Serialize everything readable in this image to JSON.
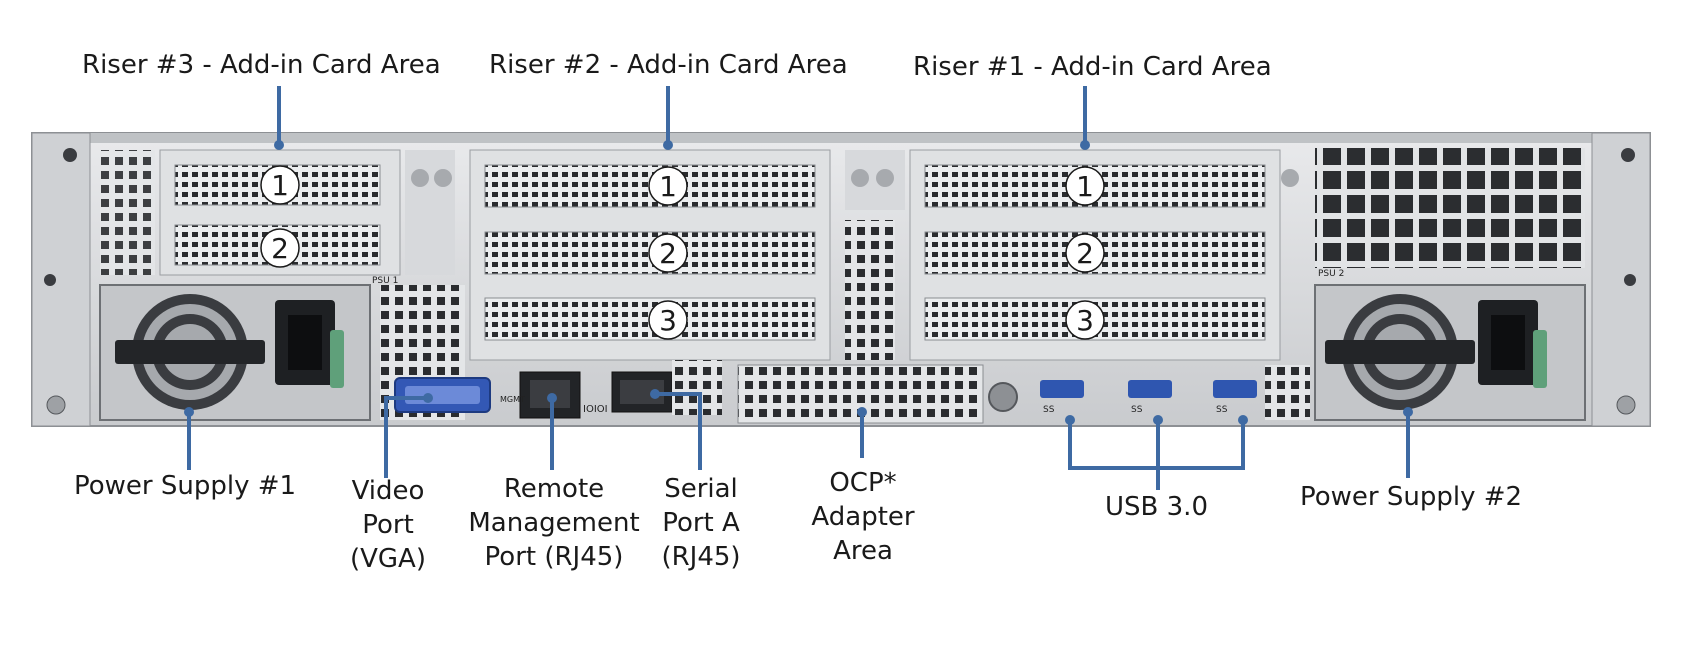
{
  "labels": {
    "riser3": "Riser #3 - Add-in Card Area",
    "riser2": "Riser #2 - Add-in Card Area",
    "riser1": "Riser #1 - Add-in Card Area",
    "psu1": "Power Supply #1",
    "video": [
      "Video",
      "Port",
      "(VGA)"
    ],
    "rmm": [
      "Remote",
      "Management",
      "Port (RJ45)"
    ],
    "serial": [
      "Serial",
      "Port A",
      "(RJ45)"
    ],
    "ocp": [
      "OCP*",
      "Adapter",
      "Area"
    ],
    "usb": "USB 3.0",
    "psu2": "Power Supply #2"
  },
  "chassis_marks": {
    "psu1": "PSU 1",
    "psu2": "PSU 2",
    "mgmt": "MGMT",
    "serial_glyph": "IOIOI",
    "usb_ss": "SS"
  },
  "slots": {
    "riser3": [
      "1",
      "2"
    ],
    "riser2": [
      "1",
      "2",
      "3"
    ],
    "riser1": [
      "1",
      "2",
      "3"
    ]
  },
  "colors": {
    "callout": "#3e6aa3",
    "chassis": "#d4d6d8",
    "chassis_dark": "#2b2d30",
    "vga": "#3358b5",
    "usb": "#2f56b0",
    "green_latch": "#5fa07a"
  }
}
